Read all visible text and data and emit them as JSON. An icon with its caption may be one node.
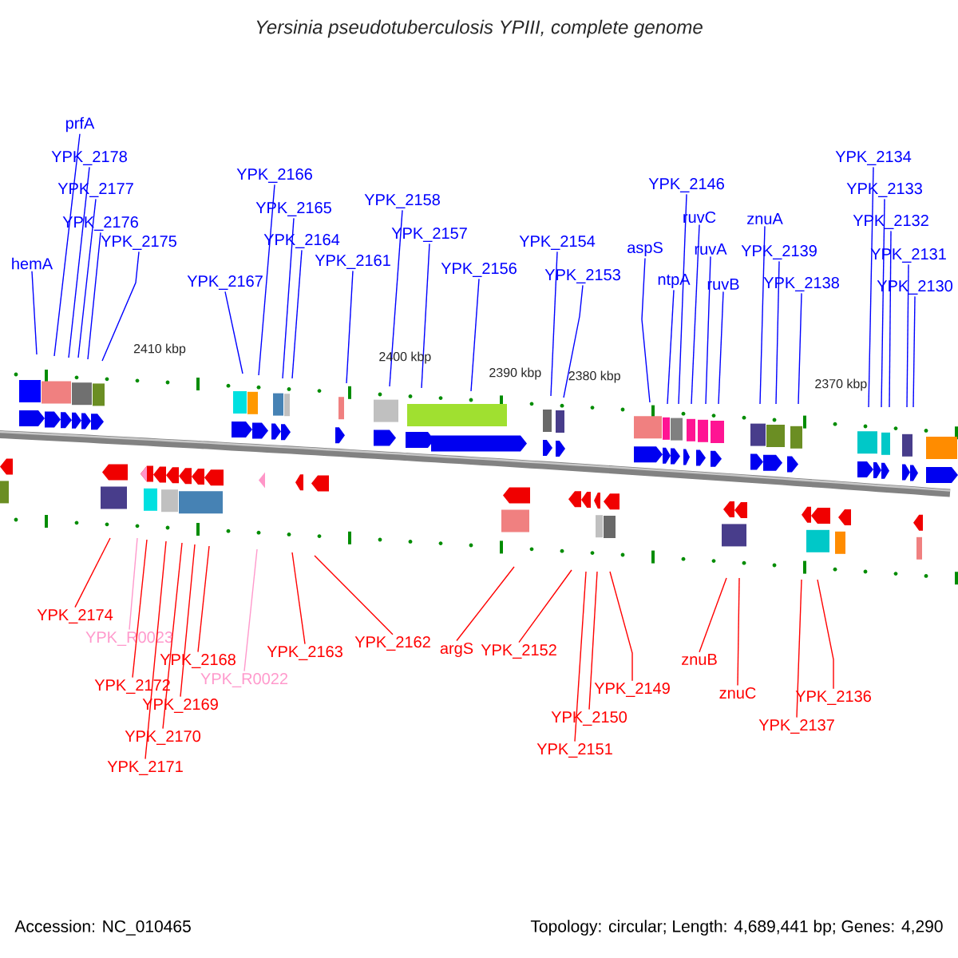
{
  "diagram": {
    "title": "Yersinia pseudotuberculosis YPIII, complete genome",
    "nodes": [
      {
        "text": [
          "prfA"
        ]
      },
      {
        "text": [
          "YPK_2178"
        ]
      },
      {
        "text": [
          "YPK_2177"
        ]
      },
      {
        "text": [
          "YPK_2176"
        ]
      },
      {
        "text": [
          "YPK_2175"
        ]
      },
      {
        "text": [
          "hemA"
        ]
      },
      {
        "text": [
          "YPK_2167"
        ]
      },
      {
        "text": [
          "YPK_2166"
        ]
      },
      {
        "text": [
          "YPK_2165"
        ]
      },
      {
        "text": [
          "YPK_2164"
        ]
      },
      {
        "text": [
          "YPK_2161"
        ]
      },
      {
        "text": [
          "YPK_2158"
        ]
      },
      {
        "text": [
          "YPK_2157"
        ]
      },
      {
        "text": [
          "YPK_2156"
        ]
      },
      {
        "text": [
          "YPK_2154"
        ]
      },
      {
        "text": [
          "YPK_2153"
        ]
      },
      {
        "text": [
          "aspS"
        ]
      },
      {
        "text": [
          "YPK_2146"
        ]
      },
      {
        "text": [
          "ruvC"
        ]
      },
      {
        "text": [
          "ruvA"
        ]
      },
      {
        "text": [
          "ntpA"
        ]
      },
      {
        "text": [
          "ruvB"
        ]
      },
      {
        "text": [
          "znuA"
        ]
      },
      {
        "text": [
          "YPK_2139"
        ]
      },
      {
        "text": [
          "YPK_2138"
        ]
      },
      {
        "text": [
          "YPK_2134"
        ]
      },
      {
        "text": [
          "YPK_2133"
        ]
      },
      {
        "text": [
          "YPK_2132"
        ]
      },
      {
        "text": [
          "YPK_2131"
        ]
      },
      {
        "text": [
          "YPK_2130"
        ]
      },
      {
        "text": [
          "YPK_2174"
        ]
      },
      {
        "text": [
          "YPK_R0023"
        ]
      },
      {
        "text": [
          "YPK_2168"
        ]
      },
      {
        "text": [
          "YPK_2172"
        ]
      },
      {
        "text": [
          "YPK_R0022"
        ]
      },
      {
        "text": [
          "YPK_2169"
        ]
      },
      {
        "text": [
          "YPK_2170"
        ]
      },
      {
        "text": [
          "YPK_2171"
        ]
      },
      {
        "text": [
          "YPK_2163"
        ]
      },
      {
        "text": [
          "YPK_2162"
        ]
      },
      {
        "text": [
          "argS"
        ]
      },
      {
        "text": [
          "YPK_2152"
        ]
      },
      {
        "text": [
          "YPK_2149"
        ]
      },
      {
        "text": [
          "YPK_2150"
        ]
      },
      {
        "text": [
          "YPK_2151"
        ]
      },
      {
        "text": [
          "znuB"
        ]
      },
      {
        "text": [
          "znuC"
        ]
      },
      {
        "text": [
          "YPK_2136"
        ]
      },
      {
        "text": [
          "YPK_2137"
        ]
      }
    ],
    "edges": [
      {
        "from": 0,
        "to": null,
        "arrow": "none"
      },
      {
        "from": 1,
        "to": null,
        "arrow": "none"
      },
      {
        "from": 2,
        "to": null,
        "arrow": "none"
      },
      {
        "from": 3,
        "to": null,
        "arrow": "none"
      },
      {
        "from": 4,
        "to": null,
        "arrow": "none"
      },
      {
        "from": 5,
        "to": null,
        "arrow": "none"
      },
      {
        "from": 6,
        "to": null,
        "arrow": "none"
      },
      {
        "from": 7,
        "to": null,
        "arrow": "none"
      },
      {
        "from": 8,
        "to": null,
        "arrow": "none"
      },
      {
        "from": 9,
        "to": null,
        "arrow": "none"
      },
      {
        "from": 10,
        "to": null,
        "arrow": "none"
      },
      {
        "from": 11,
        "to": null,
        "arrow": "none"
      },
      {
        "from": 12,
        "to": null,
        "arrow": "none"
      },
      {
        "from": 13,
        "to": null,
        "arrow": "none"
      },
      {
        "from": 14,
        "to": null,
        "arrow": "none"
      },
      {
        "from": 15,
        "to": null,
        "arrow": "none"
      },
      {
        "from": 16,
        "to": null,
        "arrow": "none"
      },
      {
        "from": 17,
        "to": null,
        "arrow": "none"
      },
      {
        "from": 18,
        "to": null,
        "arrow": "none"
      },
      {
        "from": 19,
        "to": null,
        "arrow": "none"
      },
      {
        "from": 20,
        "to": null,
        "arrow": "none"
      },
      {
        "from": 21,
        "to": null,
        "arrow": "none"
      },
      {
        "from": 22,
        "to": null,
        "arrow": "none"
      },
      {
        "from": 23,
        "to": null,
        "arrow": "none"
      },
      {
        "from": 24,
        "to": null,
        "arrow": "none"
      },
      {
        "from": 25,
        "to": null,
        "arrow": "none"
      },
      {
        "from": 26,
        "to": null,
        "arrow": "none"
      },
      {
        "from": 27,
        "to": null,
        "arrow": "none"
      },
      {
        "from": 28,
        "to": null,
        "arrow": "none"
      },
      {
        "from": 29,
        "to": null,
        "arrow": "none"
      },
      {
        "from": 30,
        "to": null,
        "arrow": "none",
        "color": "#ff0000"
      },
      {
        "from": 31,
        "to": null,
        "arrow": "none",
        "color": "#ff99cc"
      },
      {
        "from": 32,
        "to": null,
        "arrow": "none",
        "color": "#ff0000"
      },
      {
        "from": 33,
        "to": null,
        "arrow": "none",
        "color": "#ff0000"
      },
      {
        "from": 34,
        "to": null,
        "arrow": "none",
        "color": "#ff99cc"
      },
      {
        "from": 35,
        "to": null,
        "arrow": "none",
        "color": "#ff0000"
      },
      {
        "from": 36,
        "to": null,
        "arrow": "none",
        "color": "#ff0000"
      },
      {
        "from": 37,
        "to": null,
        "arrow": "none",
        "color": "#ff0000"
      },
      {
        "from": 38,
        "to": null,
        "arrow": "none",
        "color": "#ff0000"
      },
      {
        "from": 39,
        "to": null,
        "arrow": "none",
        "color": "#ff0000"
      },
      {
        "from": 40,
        "to": null,
        "arrow": "none",
        "color": "#ff0000"
      },
      {
        "from": 41,
        "to": null,
        "arrow": "none",
        "color": "#ff0000"
      },
      {
        "from": 42,
        "to": null,
        "arrow": "none",
        "color": "#ff0000"
      },
      {
        "from": 43,
        "to": null,
        "arrow": "none",
        "color": "#ff0000"
      },
      {
        "from": 44,
        "to": null,
        "arrow": "none",
        "color": "#ff0000"
      },
      {
        "from": 45,
        "to": null,
        "arrow": "none",
        "color": "#ff0000"
      },
      {
        "from": 46,
        "to": null,
        "arrow": "none",
        "color": "#ff0000"
      },
      {
        "from": 47,
        "to": null,
        "arrow": "none",
        "color": "#ff0000"
      },
      {
        "from": 48,
        "to": null,
        "arrow": "none",
        "color": "#ff0000"
      }
    ],
    "labels": [
      "2410 kbp",
      "2400 kbp",
      "2390 kbp",
      "2380 kbp",
      "2370 kbp",
      "Accession: NC_010465",
      "Topology: circular; Length: 4,689,441 bp; Genes: 4,290"
    ]
  }
}
